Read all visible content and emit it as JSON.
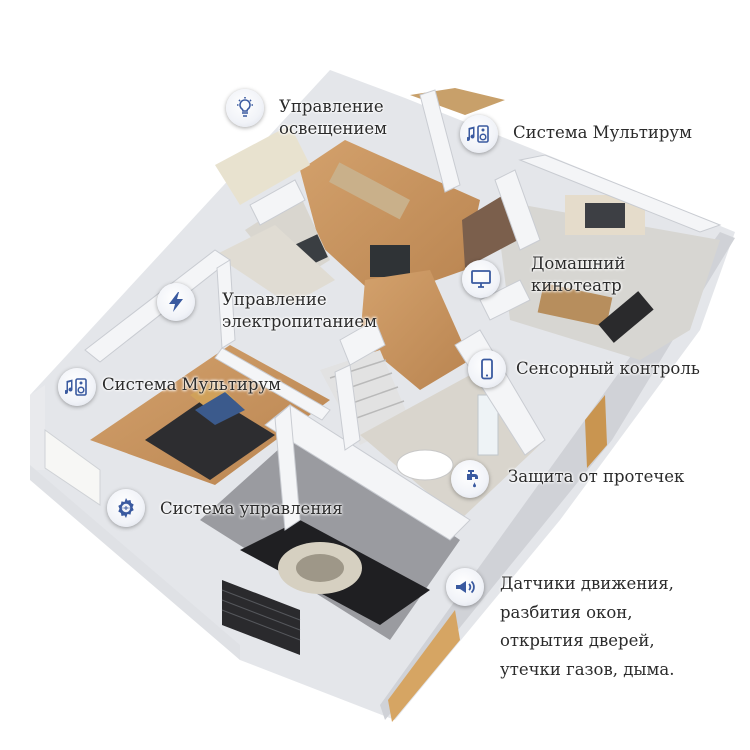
{
  "labels": {
    "lighting": [
      "Управление",
      "освещением"
    ],
    "multiroom_top": "Система Мультирум",
    "home_theater": [
      "Домашний",
      "кинотеатр"
    ],
    "power": [
      "Управление",
      "электропитанием"
    ],
    "multiroom_left": "Система Мультирум",
    "touch": "Сенсорный контроль",
    "leak": "Защита от протечек",
    "control": "Система управления",
    "sensors": [
      "Датчики движения,",
      "разбития окон,",
      "открытия дверей,",
      "утечки газов, дыма."
    ]
  },
  "icons": {
    "lighting": "lightbulb-icon",
    "multiroom_top": "speaker-note-icon",
    "home_theater": "monitor-icon",
    "power": "lightning-icon",
    "multiroom_left": "speaker-note-icon",
    "touch": "smartphone-icon",
    "leak": "faucet-icon",
    "control": "gear-icon",
    "sensors": "siren-icon"
  },
  "colors": {
    "icon": "#3a5aa0",
    "wall": "#f3f4f6",
    "floor_wood": "#c8935c",
    "floor_tile": "#e8e6e2",
    "garage_floor": "#8e8f94",
    "car": "#1f1f22",
    "text": "#2b2b2b"
  }
}
